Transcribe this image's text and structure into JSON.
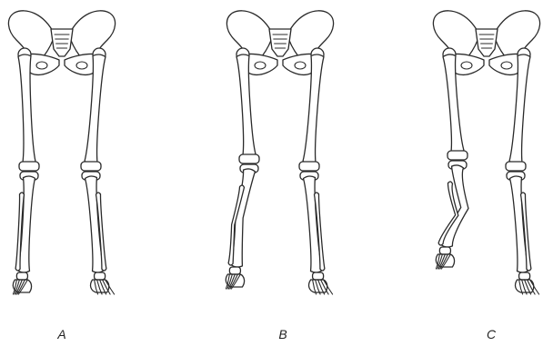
{
  "figure": {
    "panels": [
      {
        "id": "A",
        "label": "A",
        "variant": "neutral"
      },
      {
        "id": "B",
        "label": "B",
        "variant": "right-lower-leg-slightly-deviated"
      },
      {
        "id": "C",
        "label": "C",
        "variant": "right-lower-leg-strongly-bowed"
      }
    ]
  },
  "colors": {
    "outline": "#2a2a2a",
    "background": "#ffffff"
  }
}
